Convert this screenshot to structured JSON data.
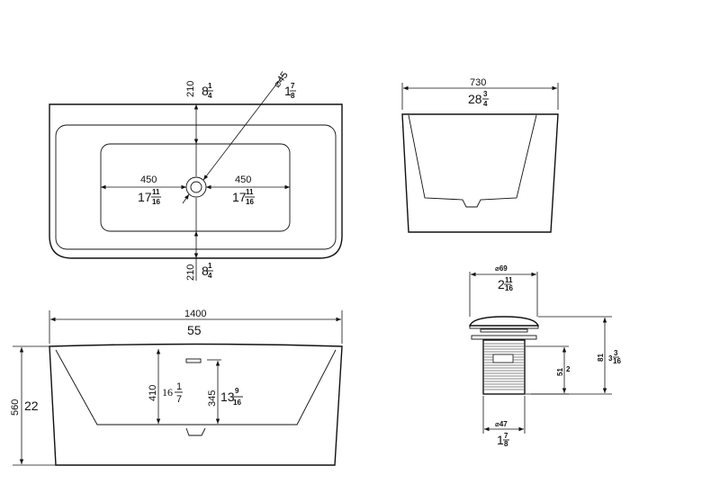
{
  "top_view": {
    "top_mm": "210",
    "top_in_whole": "8",
    "top_in_num": "1",
    "top_in_den": "4",
    "bottom_mm": "210",
    "bottom_in_whole": "8",
    "bottom_in_num": "1",
    "bottom_in_den": "4",
    "left_mm": "450",
    "left_in_whole": "17",
    "left_in_num": "11",
    "left_in_den": "16",
    "right_mm": "450",
    "right_in_whole": "17",
    "right_in_num": "11",
    "right_in_den": "16",
    "drain_mm": "⌀45",
    "drain_in_whole": "1",
    "drain_in_num": "7",
    "drain_in_den": "8"
  },
  "end_view": {
    "width_mm": "730",
    "width_in_whole": "28",
    "width_in_num": "3",
    "width_in_den": "4"
  },
  "front_view": {
    "length_mm": "1400",
    "length_in": "55",
    "height_mm": "560",
    "height_in": "22",
    "depth_mm": "410",
    "depth_in_whole": "16",
    "depth_in_num": "1",
    "depth_in_den": "7",
    "water_mm": "345",
    "water_in_whole": "13",
    "water_in_num": "9",
    "water_in_den": "16"
  },
  "drain_detail": {
    "cap_mm": "⌀69",
    "cap_in_whole": "2",
    "cap_in_num": "11",
    "cap_in_den": "16",
    "body_mm": "⌀47",
    "body_in_whole": "1",
    "body_in_num": "7",
    "body_in_den": "8",
    "body_h_mm": "51",
    "body_h_in": "2",
    "total_h_mm": "81",
    "total_h_in_whole": "3",
    "total_h_in_num": "3",
    "total_h_in_den": "16"
  }
}
